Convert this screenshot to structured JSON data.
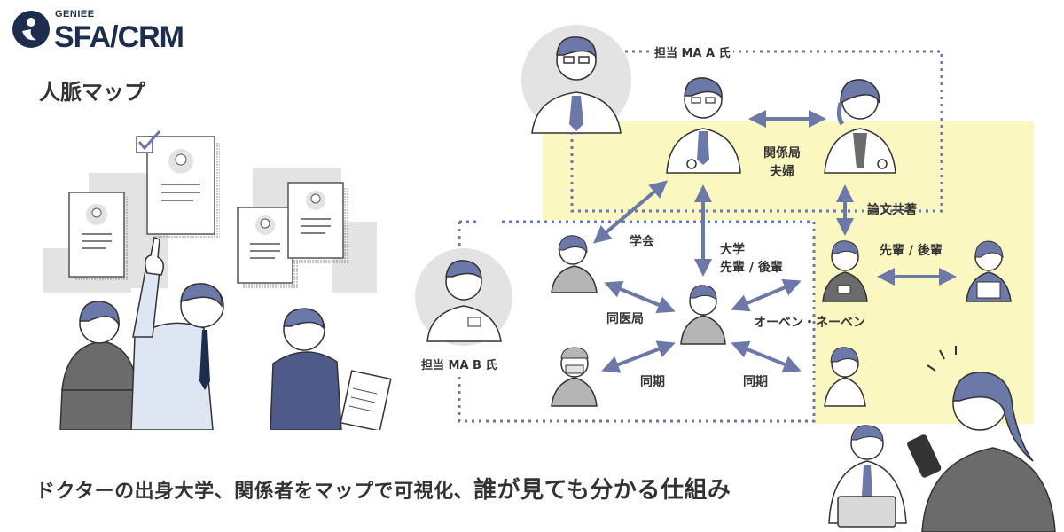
{
  "header": {
    "logo_sub": "GENIEE",
    "logo_main": "SFA/CRM",
    "title": "人脈マップ"
  },
  "map": {
    "ma_a": "担当 MA A 氏",
    "ma_b": "担当 MA B 氏",
    "relations": {
      "couple_line1": "関係局",
      "couple_line2": "夫婦",
      "paper": "論文共著",
      "society": "学会",
      "university_line1": "大学",
      "university_line2": "先輩 / 後輩",
      "senior_junior": "先輩 / 後輩",
      "same_office": "同医局",
      "open_network": "オーベン・ネーベン",
      "same_year_left": "同期",
      "same_year_right": "同期"
    }
  },
  "tagline": {
    "part1": "ドクターの出身大学、関係者をマップで可視化、",
    "part2": "誰が見ても分かる仕組み"
  },
  "colors": {
    "accent": "#6b78a8",
    "highlight": "#fbf7c0",
    "navy": "#1c2d4e",
    "avatar_bg": "#e3e3e3"
  }
}
